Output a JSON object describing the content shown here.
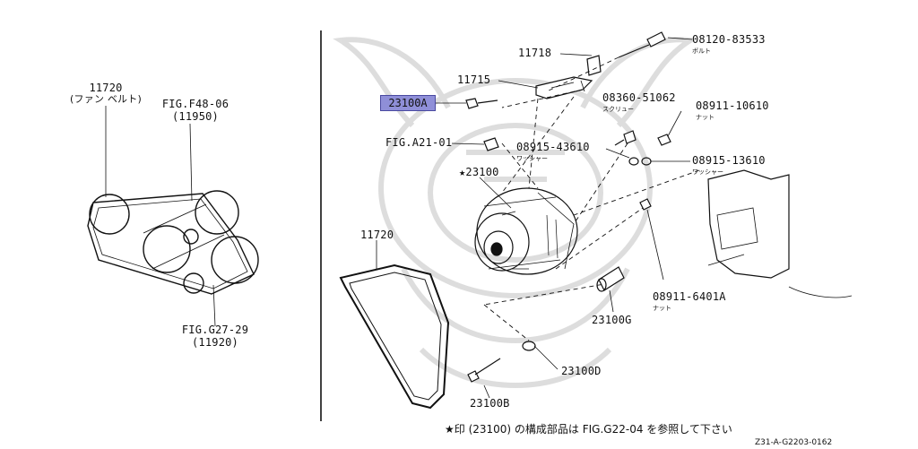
{
  "colors": {
    "highlight": "#8f8fd8",
    "line": "#111111",
    "watermark": "#d8d8d8"
  },
  "left_panel": {
    "belt_label": "11720",
    "belt_name": "(ファン ベルト)",
    "fig_f48_ref": "FIG.F48-06",
    "fig_f48_part": "(11950)",
    "fig_g27_ref": "FIG.G27-29",
    "fig_g27_part": "(11920)"
  },
  "parts": {
    "p11718": "11718",
    "p11715": "11715",
    "p08120": "08120-83533",
    "p08120_sub": "ボルト",
    "p23100A": "23100A",
    "p08360": "08360-51062",
    "p08360_sub": "スクリュー",
    "p08911_10610": "08911-10610",
    "p08911_10610_sub": "ナット",
    "fig_a21": "FIG.A21-01",
    "p08915_43610": "08915-43610",
    "p08915_43610_sub": "ワッシャー",
    "p08915_13610": "08915-13610",
    "p08915_13610_sub": "ワッシャー",
    "p23100": "★23100",
    "p11720": "11720",
    "p08911_6401A": "08911-6401A",
    "p08911_6401A_sub": "ナット",
    "p23100G": "23100G",
    "p23100D": "23100D",
    "p23100B": "23100B"
  },
  "footer": {
    "note": "★印 (23100) の構成部品は FIG.G22-04 を参照して下さい",
    "code": "Z31-A-G2203-0162"
  }
}
